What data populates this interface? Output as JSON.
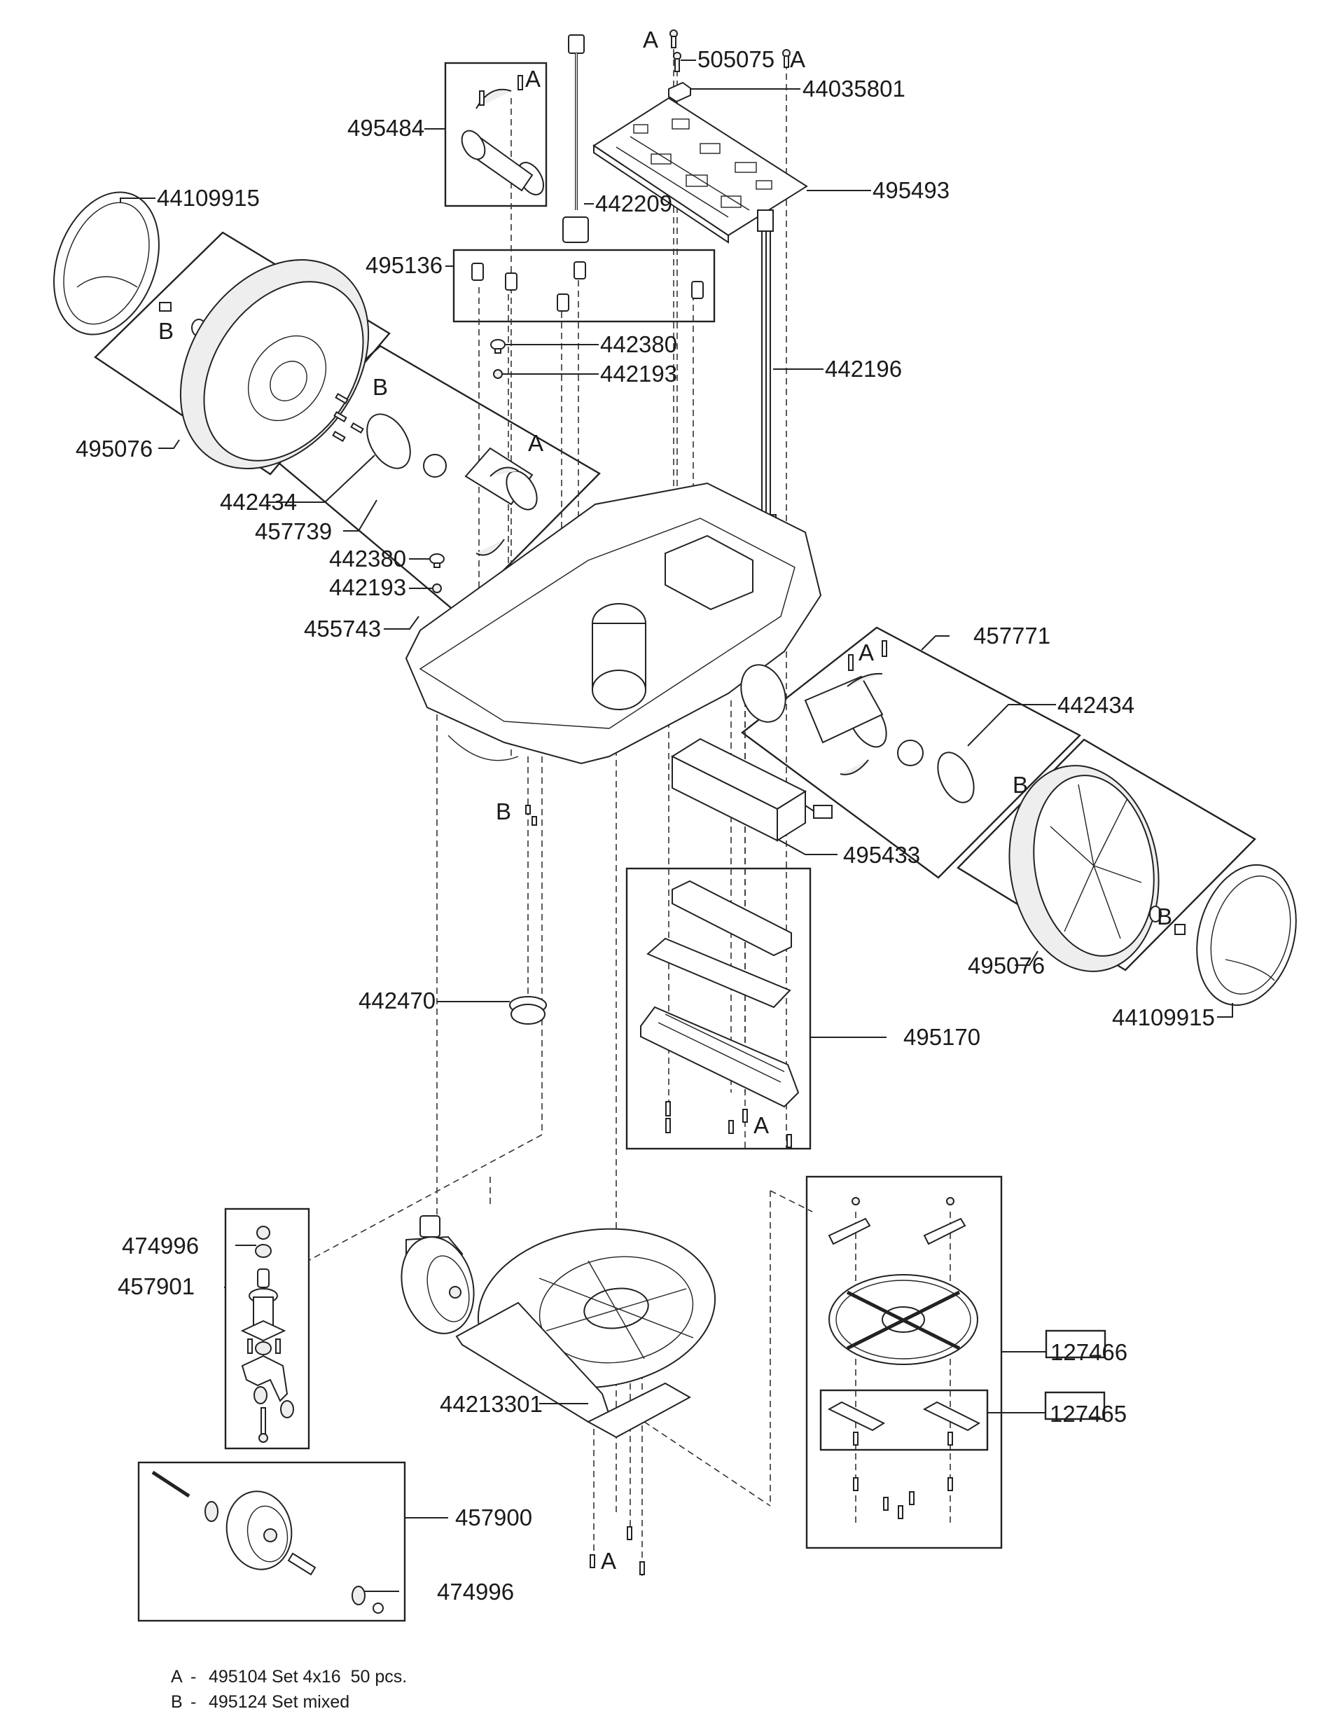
{
  "title": "Robotic lawn mower exploded parts diagram",
  "callouts": {
    "a_top_left": "A",
    "a_top_right": "A",
    "p505075": "505075",
    "p44035801": "44035801",
    "p495484": "495484",
    "a_495484": "A",
    "p442209": "442209",
    "p495493": "495493",
    "p44109915_left": "44109915",
    "p495136": "495136",
    "b_left_wheel": "B",
    "p442380_top": "442380",
    "p442193_top": "442193",
    "b_left_motor": "B",
    "a_left_motor": "A",
    "p442196": "442196",
    "p495076_left": "495076",
    "p442434_left": "442434",
    "p457739": "457739",
    "p442380_left": "442380",
    "p442193_left": "442193",
    "p455743": "455743",
    "p457771": "457771",
    "a_right_motor": "A",
    "p442434_right": "442434",
    "b_right_motor": "B",
    "b_under_chassis": "B",
    "p495433": "495433",
    "b_right_wheel": "B",
    "p495076_right": "495076",
    "p44109915_right": "44109915",
    "p442470": "442470",
    "p495170": "495170",
    "a_battery_cover": "A",
    "p474996_top": "474996",
    "p457901": "457901",
    "p127466": "127466",
    "p127465": "127465",
    "p44213301": "44213301",
    "a_body_bottom": "A",
    "p457900": "457900",
    "p474996_bottom": "474996"
  },
  "legend": [
    {
      "key": "A",
      "sep": "-",
      "part": "495104",
      "desc": "Set 4x16  50 pcs."
    },
    {
      "key": "B",
      "sep": "-",
      "part": "495124",
      "desc": "Set mixed"
    }
  ]
}
